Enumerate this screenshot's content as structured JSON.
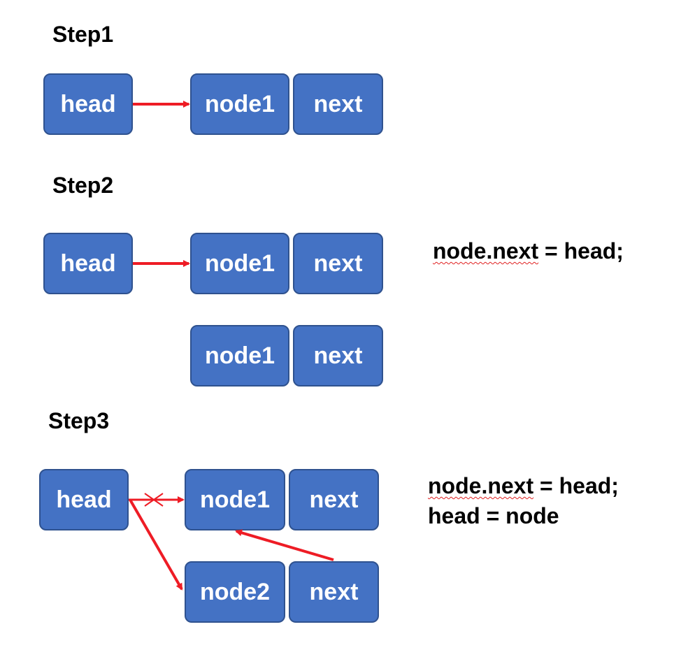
{
  "step1": {
    "title": "Step1",
    "head_label": "head",
    "node_label": "node1",
    "next_label": "next"
  },
  "step2": {
    "title": "Step2",
    "head_label": "head",
    "node_label": "node1",
    "next_label": "next",
    "new_node_label": "node1",
    "new_next_label": "next",
    "code_line_1_obj": "node.next",
    "code_line_1_rest": " = head;"
  },
  "step3": {
    "title": "Step3",
    "head_label": "head",
    "node1_label": "node1",
    "node1_next_label": "next",
    "node2_label": "node2",
    "node2_next_label": "next",
    "code_line_1_obj": "node.next",
    "code_line_1_rest": " = head;",
    "code_line_2": "head = node"
  },
  "colors": {
    "box_fill": "#4472c4",
    "box_border": "#2f528f",
    "arrow": "#ee1c25",
    "spellcheck_underline": "#e02020"
  }
}
